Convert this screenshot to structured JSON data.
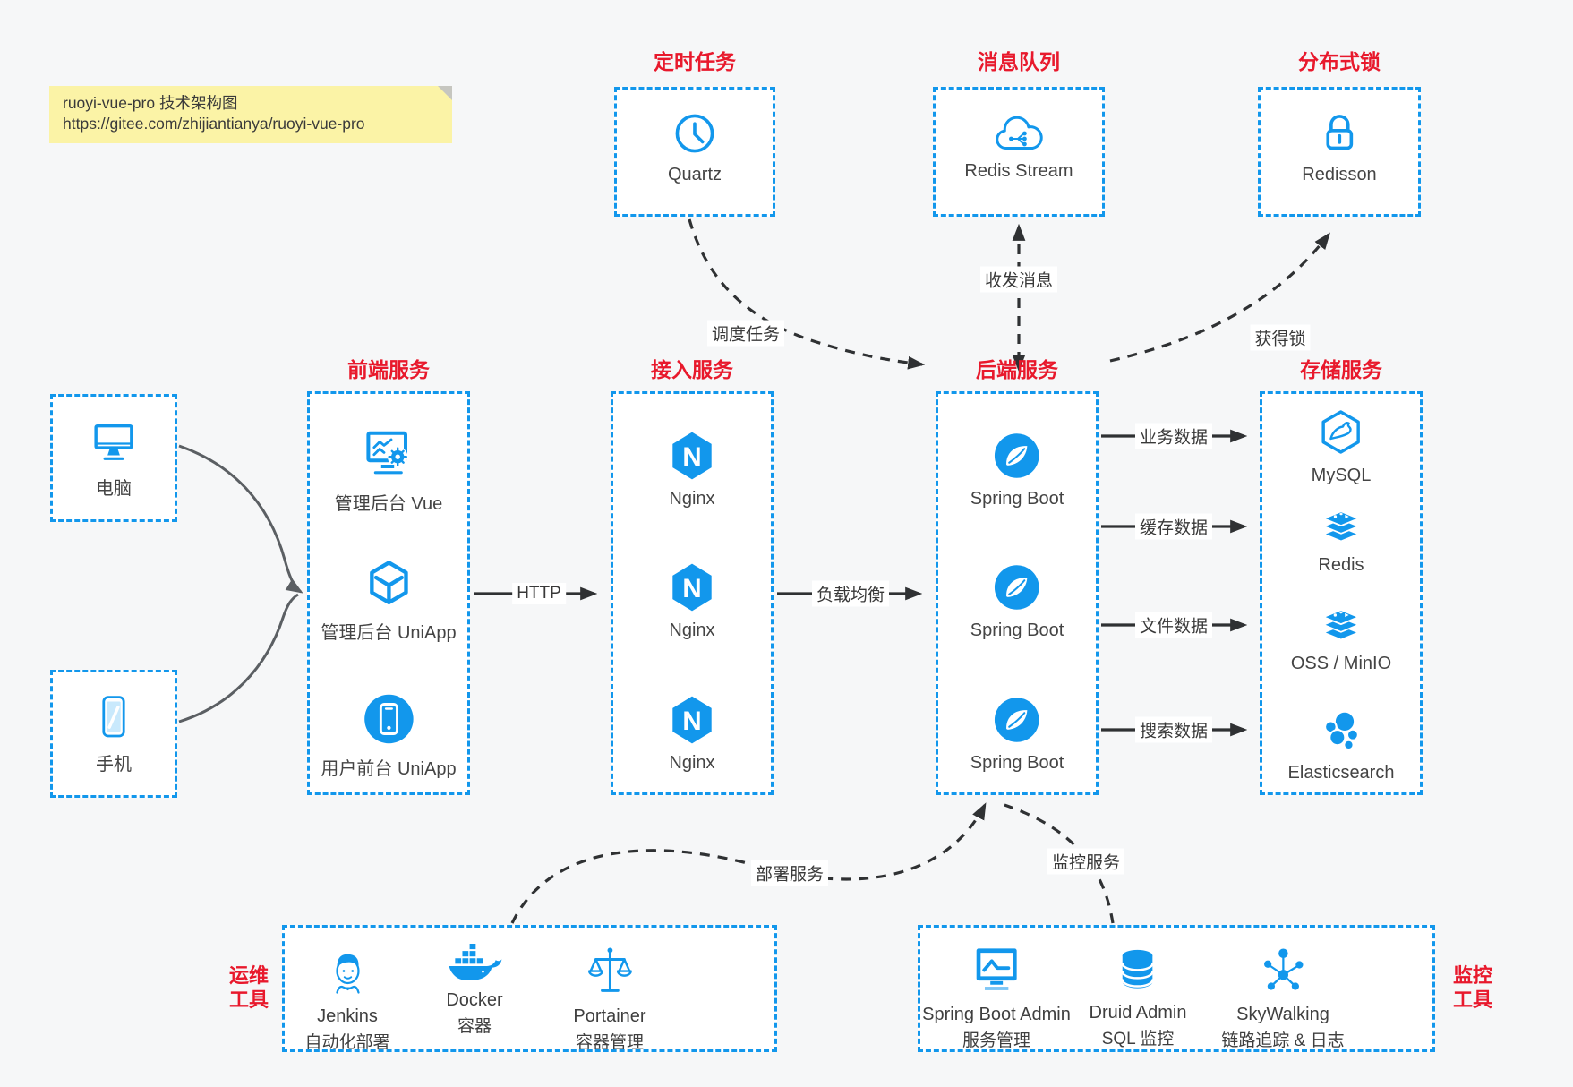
{
  "colors": {
    "blue": "#1297ec",
    "red": "#e8192c",
    "note_bg": "#fbf3a6"
  },
  "note": {
    "line1": "ruoyi-vue-pro 技术架构图",
    "line2": "https://gitee.com/zhijiantianya/ruoyi-vue-pro"
  },
  "top_services": [
    {
      "title": "定时任务",
      "label": "Quartz",
      "icon": "clock-icon"
    },
    {
      "title": "消息队列",
      "label": "Redis Stream",
      "icon": "cloud-network-icon"
    },
    {
      "title": "分布式锁",
      "label": "Redisson",
      "icon": "lock-icon"
    }
  ],
  "clients": [
    {
      "label": "电脑",
      "icon": "desktop-icon"
    },
    {
      "label": "手机",
      "icon": "phone-icon"
    }
  ],
  "columns": {
    "frontend": {
      "title": "前端服务",
      "items": [
        {
          "label": "管理后台 Vue"
        },
        {
          "label": "管理后台 UniApp"
        },
        {
          "label": "用户前台 UniApp"
        }
      ]
    },
    "access": {
      "title": "接入服务",
      "logo_letter": "N",
      "items": [
        {
          "label": "Nginx"
        },
        {
          "label": "Nginx"
        },
        {
          "label": "Nginx"
        }
      ]
    },
    "backend": {
      "title": "后端服务",
      "items": [
        {
          "label": "Spring Boot"
        },
        {
          "label": "Spring Boot"
        },
        {
          "label": "Spring Boot"
        }
      ]
    },
    "storage": {
      "title": "存储服务",
      "items": [
        {
          "label": "MySQL"
        },
        {
          "label": "Redis"
        },
        {
          "label": "OSS / MinIO"
        },
        {
          "label": "Elasticsearch"
        }
      ]
    }
  },
  "edges": {
    "http": "HTTP",
    "load_balance": "负载均衡",
    "schedule": "调度任务",
    "message": "收发消息",
    "lock": "获得锁",
    "business_data": "业务数据",
    "cache_data": "缓存数据",
    "file_data": "文件数据",
    "search_data": "搜索数据",
    "deploy": "部署服务",
    "monitor": "监控服务"
  },
  "ops_tools": {
    "title_line1": "运维",
    "title_line2": "工具",
    "items": [
      {
        "name": "Jenkins",
        "desc": "自动化部署"
      },
      {
        "name": "Docker",
        "desc": "容器"
      },
      {
        "name": "Portainer",
        "desc": "容器管理"
      }
    ]
  },
  "monitor_tools": {
    "title_line1": "监控",
    "title_line2": "工具",
    "items": [
      {
        "name": "Spring Boot Admin",
        "desc": "服务管理"
      },
      {
        "name": "Druid Admin",
        "desc": "SQL 监控"
      },
      {
        "name": "SkyWalking",
        "desc": "链路追踪 & 日志"
      }
    ]
  }
}
